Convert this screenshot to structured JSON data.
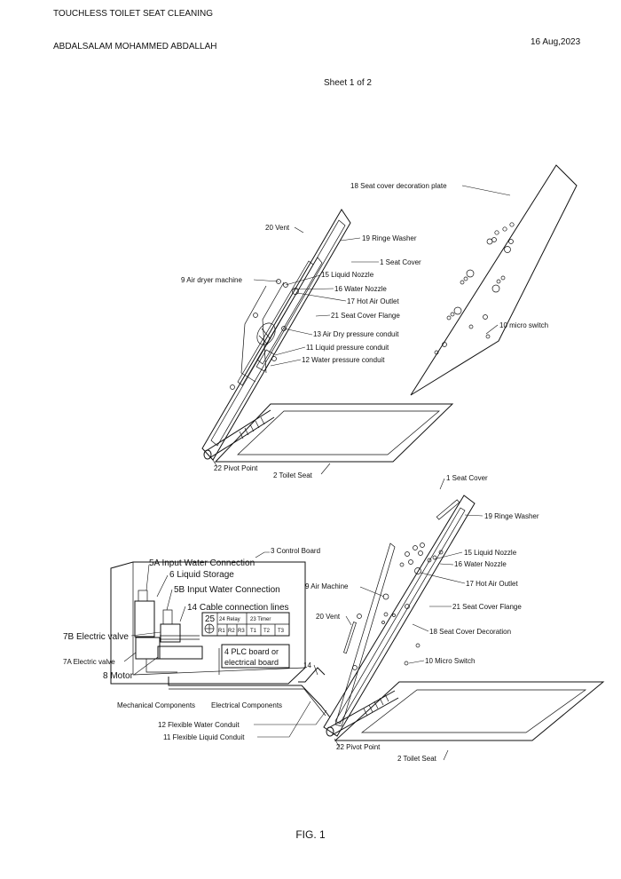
{
  "header": {
    "title": "TOUCHLESS TOILET SEAT CLEANING",
    "author": "ABDALSALAM MOHAMMED ABDALLAH",
    "date": "16 Aug,2023",
    "sheet": "Sheet 1 of 2"
  },
  "top_view": {
    "decoration_plate": "18 Seat cover decoration plate",
    "vent": "20 Vent",
    "ringe_washer": "19 Ringe Washer",
    "seat_cover": "1 Seat Cover",
    "air_dryer": "9 Air dryer machine",
    "liquid_nozzle": "15 Liquid Nozzle",
    "water_nozzle": "16 Water Nozzle",
    "hot_air_outlet": "17 Hot Air Outlet",
    "seat_cover_flange": "21 Seat Cover Flange",
    "micro_switch": "10 micro switch",
    "air_dry_conduit": "13 Air Dry pressure conduit",
    "liquid_conduit": "11 Liquid pressure conduit",
    "water_conduit": "12 Water pressure conduit",
    "pivot_point": "22 Pivot Point",
    "toilet_seat": "2 Toilet Seat"
  },
  "bottom_view": {
    "seat_cover": "1 Seat Cover",
    "ringe_washer": "19 Ringe Washer",
    "control_board": "3 Control Board",
    "input_water_5a": "5A Input Water Connection",
    "liquid_storage": "6 Liquid Storage",
    "input_water_5b": "5B Input Water Connection",
    "cable_lines": "14 Cable connection lines",
    "relay_num": "25",
    "relay": "24 Relay",
    "timer": "23 Timer",
    "relay_cells": [
      "R1",
      "R2",
      "R3"
    ],
    "timer_cells": [
      "T1",
      "T2",
      "T3"
    ],
    "electric_valve_7b": "7B Electric valve",
    "electric_valve_7a": "7A Electric valve",
    "plc_line1": "4 PLC board or",
    "plc_line2": "electrical board",
    "motor": "8 Motor",
    "cable_14": "14",
    "mechanical": "Mechanical Components",
    "electrical": "Electrical Components",
    "water_conduit": "12 Flexible Water Conduit",
    "liquid_conduit": "11 Flexible Liquid Conduit",
    "liquid_nozzle": "15 Liquid Nozzle",
    "water_nozzle": "16 Water Nozzle",
    "hot_air_outlet": "17 Hot Air Outlet",
    "air_machine": "9 Air  Machine",
    "seat_cover_flange": "21 Seat Cover Flange",
    "vent": "20 Vent",
    "decoration": "18 Seat Cover Decoration",
    "micro_switch": "10 Micro Switch",
    "pivot_point": "22 Pivot Point",
    "toilet_seat": "2 Toilet Seat"
  },
  "figure_label": "FIG. 1"
}
